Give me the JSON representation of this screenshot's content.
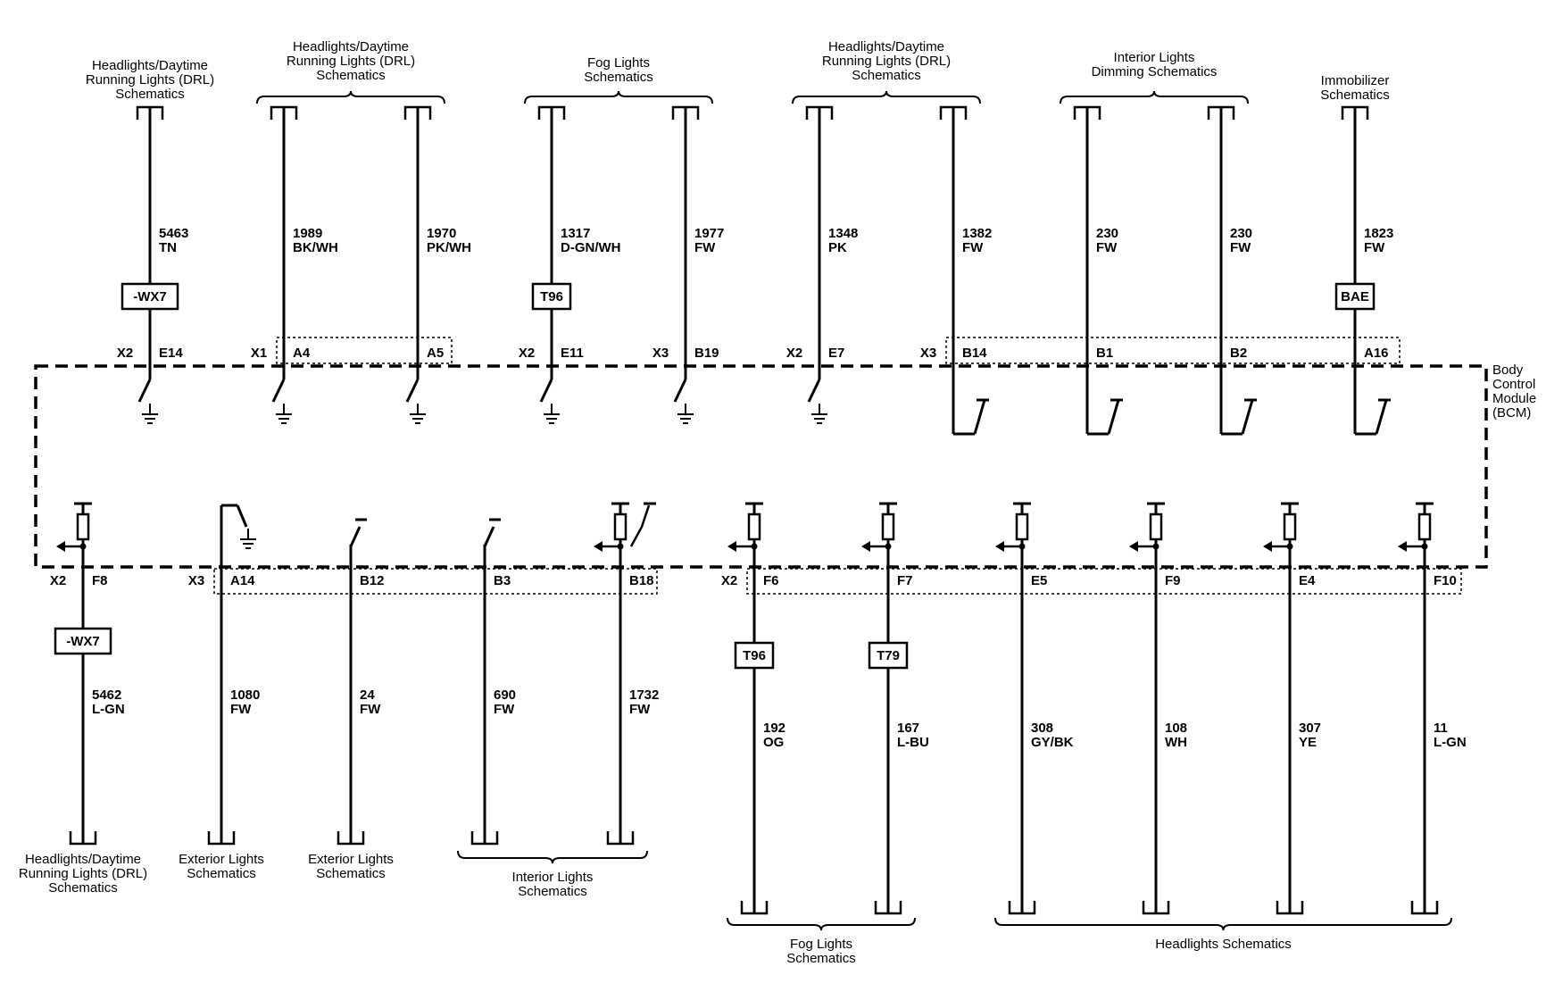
{
  "module": {
    "label_lines": [
      "Body",
      "Control",
      "Module",
      "(BCM)"
    ]
  },
  "top_columns": [
    {
      "wire": "5463",
      "color": "TN",
      "harness": "X2",
      "pin": "E14",
      "option": "-WX7",
      "contact": "switch-ground"
    },
    {
      "wire": "1989",
      "color": "BK/WH",
      "harness": "X1",
      "pin": "A4",
      "contact": "switch-ground"
    },
    {
      "wire": "1970",
      "color": "PK/WH",
      "harness": "",
      "pin": "A5",
      "contact": "switch-ground"
    },
    {
      "wire": "1317",
      "color": "D-GN/WH",
      "harness": "X2",
      "pin": "E11",
      "option": "T96",
      "contact": "switch-ground"
    },
    {
      "wire": "1977",
      "color": "FW",
      "harness": "X3",
      "pin": "B19",
      "contact": "switch-ground"
    },
    {
      "wire": "1348",
      "color": "PK",
      "harness": "X2",
      "pin": "E7",
      "contact": "switch-ground"
    },
    {
      "wire": "1382",
      "color": "FW",
      "harness": "X3",
      "pin": "B14",
      "contact": "switch-power"
    },
    {
      "wire": "230",
      "color": "FW",
      "harness": "",
      "pin": "B1",
      "contact": "switch-power"
    },
    {
      "wire": "230",
      "color": "FW",
      "harness": "",
      "pin": "B2",
      "contact": "switch-power"
    },
    {
      "wire": "1823",
      "color": "FW",
      "harness": "",
      "pin": "A16",
      "option": "BAE",
      "contact": "switch-power"
    }
  ],
  "top_groups": [
    {
      "lines": [
        "Headlights/Daytime",
        "Running Lights (DRL)",
        "Schematics"
      ]
    },
    {
      "lines": [
        "Headlights/Daytime",
        "Running Lights (DRL)",
        "Schematics"
      ]
    },
    {
      "lines": [
        "Fog Lights",
        "Schematics"
      ]
    },
    {
      "lines": [
        "Headlights/Daytime",
        "Running Lights (DRL)",
        "Schematics"
      ]
    },
    {
      "lines": [
        "Interior Lights",
        "Dimming Schematics"
      ]
    },
    {
      "lines": [
        "Immobilizer",
        "Schematics"
      ]
    }
  ],
  "bottom_columns": [
    {
      "wire": "5462",
      "color": "L-GN",
      "harness": "X2",
      "pin": "F8",
      "option": "-WX7",
      "contact": "driver"
    },
    {
      "wire": "1080",
      "color": "FW",
      "harness": "X3",
      "pin": "A14",
      "contact": "switch-ground"
    },
    {
      "wire": "24",
      "color": "FW",
      "harness": "",
      "pin": "B12",
      "contact": "switch-open"
    },
    {
      "wire": "690",
      "color": "FW",
      "harness": "",
      "pin": "B3",
      "contact": "switch-open"
    },
    {
      "wire": "1732",
      "color": "FW",
      "harness": "",
      "pin": "B18",
      "contact": "driver-switch"
    },
    {
      "wire": "192",
      "color": "OG",
      "harness": "X2",
      "pin": "F6",
      "option": "T96",
      "contact": "driver"
    },
    {
      "wire": "167",
      "color": "L-BU",
      "harness": "",
      "pin": "F7",
      "option": "T79",
      "contact": "driver"
    },
    {
      "wire": "308",
      "color": "GY/BK",
      "harness": "",
      "pin": "E5",
      "contact": "driver"
    },
    {
      "wire": "108",
      "color": "WH",
      "harness": "",
      "pin": "F9",
      "contact": "driver"
    },
    {
      "wire": "307",
      "color": "YE",
      "harness": "",
      "pin": "E4",
      "contact": "driver"
    },
    {
      "wire": "11",
      "color": "L-GN",
      "harness": "",
      "pin": "F10",
      "contact": "driver"
    }
  ],
  "bottom_groups": [
    {
      "lines": [
        "Headlights/Daytime",
        "Running Lights (DRL)",
        "Schematics"
      ]
    },
    {
      "lines": [
        "Exterior Lights",
        "Schematics"
      ]
    },
    {
      "lines": [
        "Exterior Lights",
        "Schematics"
      ]
    },
    {
      "lines": [
        "Interior Lights",
        "Schematics"
      ]
    },
    {
      "lines": [
        "Fog Lights",
        "Schematics"
      ]
    },
    {
      "lines": [
        "Headlights Schematics"
      ]
    }
  ]
}
